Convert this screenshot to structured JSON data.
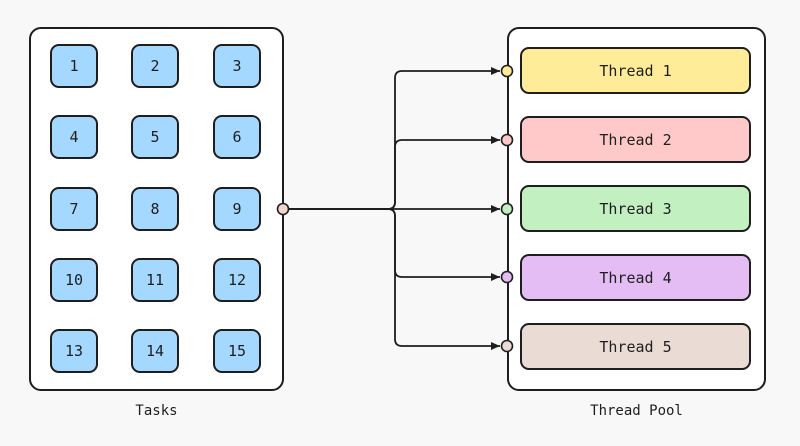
{
  "tasks": {
    "caption": "Tasks",
    "items": [
      "1",
      "2",
      "3",
      "4",
      "5",
      "6",
      "7",
      "8",
      "9",
      "10",
      "11",
      "12",
      "13",
      "14",
      "15"
    ]
  },
  "pool": {
    "caption": "Thread Pool",
    "threads": [
      {
        "label": "Thread 1",
        "color": "#ffec99"
      },
      {
        "label": "Thread 2",
        "color": "#ffc9c9"
      },
      {
        "label": "Thread 3",
        "color": "#c3f0c0"
      },
      {
        "label": "Thread 4",
        "color": "#e5bdf5"
      },
      {
        "label": "Thread 5",
        "color": "#eadcd5"
      }
    ]
  },
  "colors": {
    "task_fill": "#a5d8ff",
    "stroke": "#1e1e1e",
    "source_port": "#f2d6cc"
  }
}
